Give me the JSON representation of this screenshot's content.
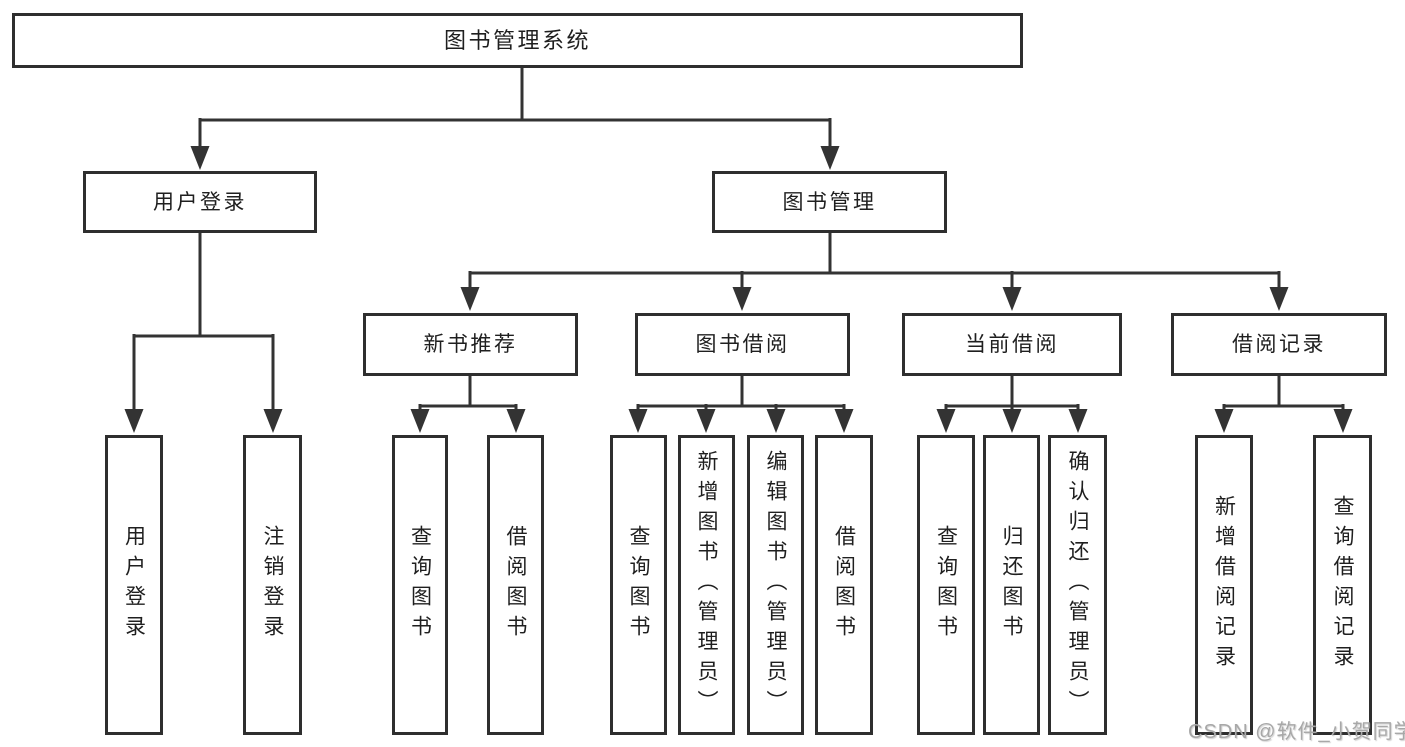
{
  "tree": {
    "root": "图书管理系统",
    "level1": [
      {
        "label": "用户登录",
        "leaves": [
          "用户登录",
          "注销登录"
        ]
      },
      {
        "label": "图书管理",
        "sections": [
          {
            "label": "新书推荐",
            "leaves": [
              "查询图书",
              "借阅图书"
            ]
          },
          {
            "label": "图书借阅",
            "leaves": [
              "查询图书",
              "新增图书（管理员）",
              "编辑图书（管理员）",
              "借阅图书"
            ]
          },
          {
            "label": "当前借阅",
            "leaves": [
              "查询图书",
              "归还图书",
              "确认归还（管理员）"
            ]
          },
          {
            "label": "借阅记录",
            "leaves": [
              "新增借阅记录",
              "查询借阅记录"
            ]
          }
        ]
      }
    ]
  },
  "watermark": "CSDN @软件_小贺同学",
  "colors": {
    "background": "#ffffff",
    "line": "#333333",
    "box_border": "#2e2e2e",
    "text": "#1f1f1f",
    "watermark": "#a8a8a8"
  }
}
